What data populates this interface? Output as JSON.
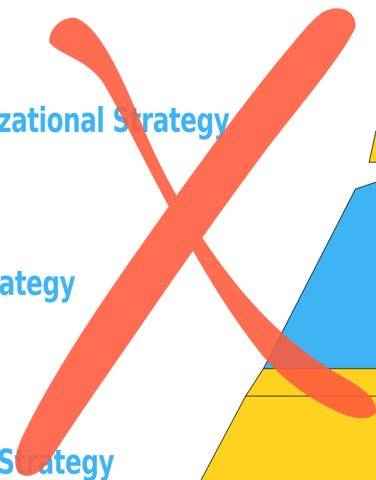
{
  "labels": {
    "top": "zational Strategy",
    "middle": "ategy",
    "bottom": "Strategy"
  },
  "colors": {
    "label": "#3eb4f5",
    "tier_top": "#ffd21f",
    "tier_middle": "#3eb4f5",
    "tier_bottom": "#ffd21f",
    "cross": "#ff5a3c",
    "outline": "#000000"
  },
  "icons": {
    "overlay": "red-x-mark"
  }
}
